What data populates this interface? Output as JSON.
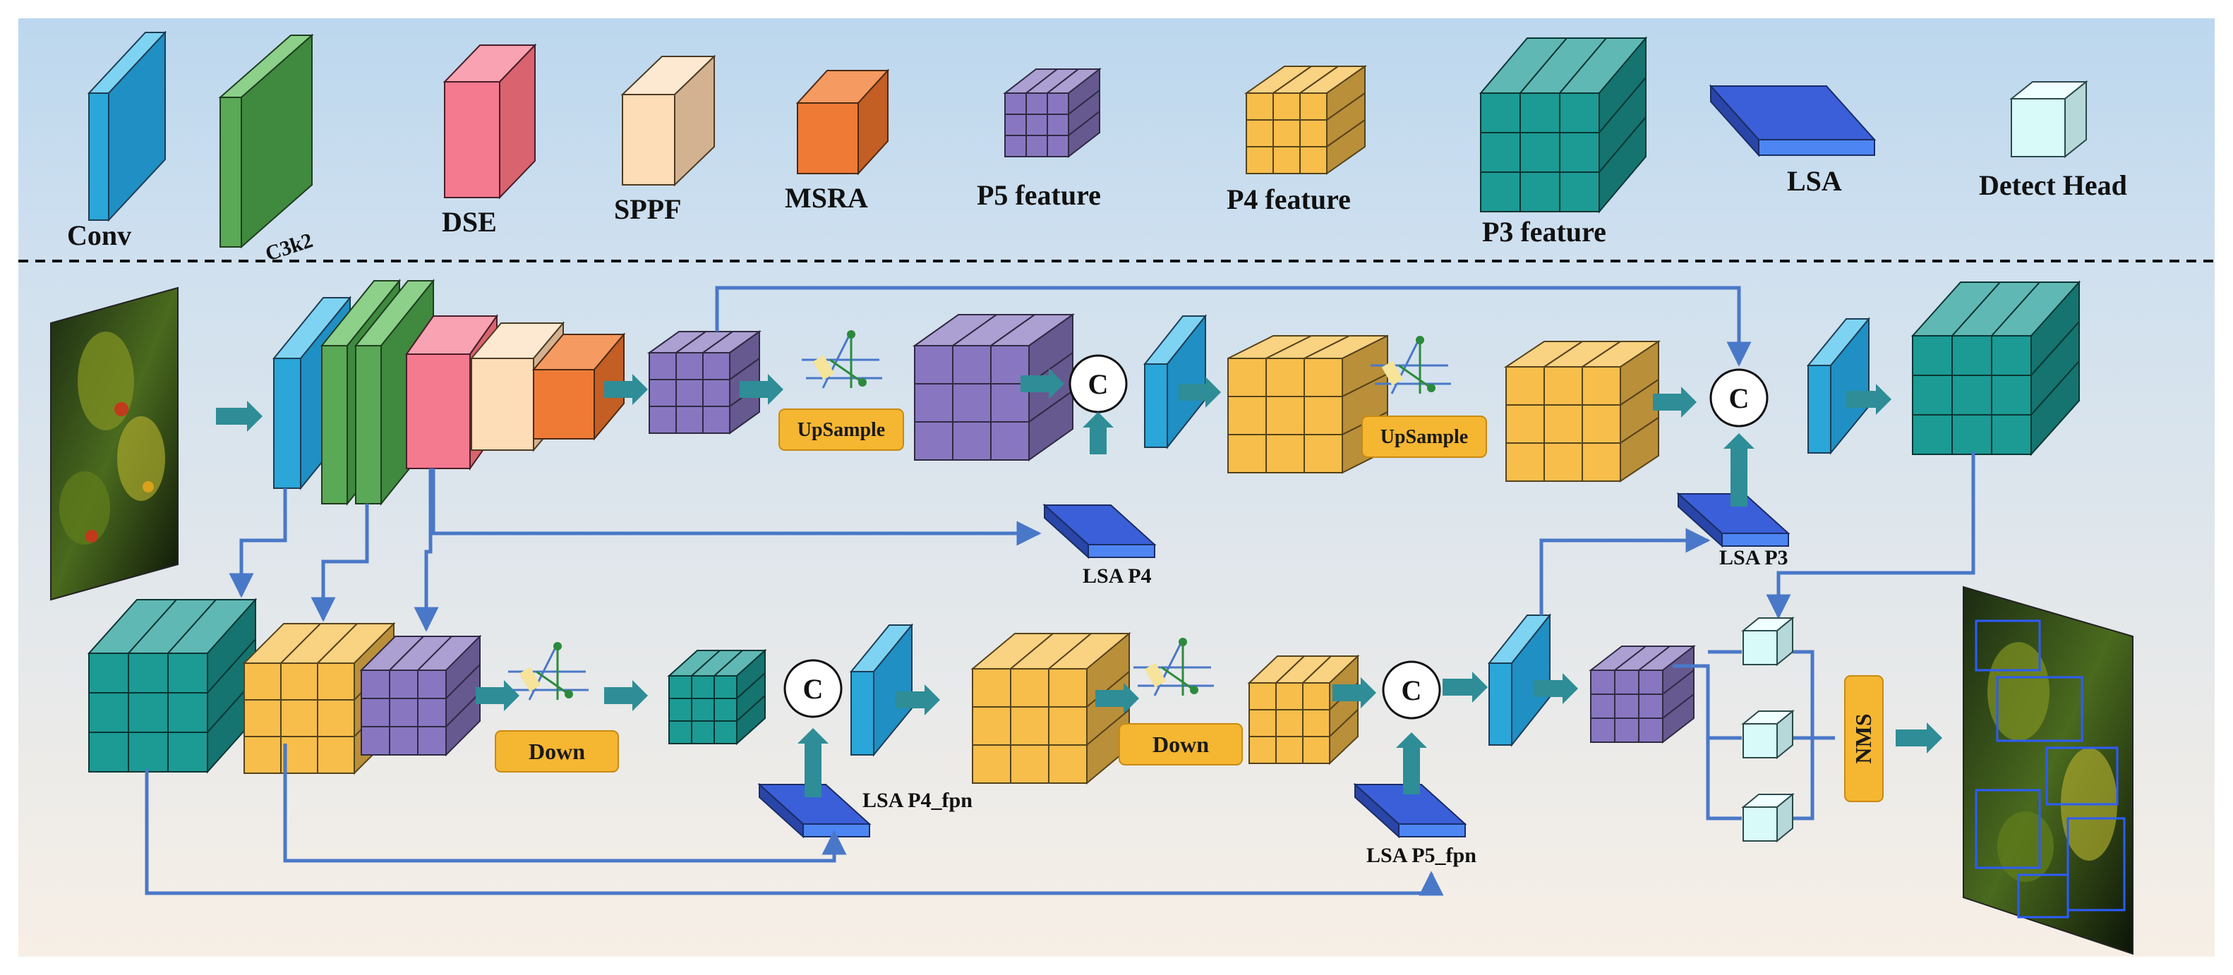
{
  "legend": {
    "conv": "Conv",
    "c3k2": "C3k2",
    "dse": "DSE",
    "sppf": "SPPF",
    "msra": "MSRA",
    "p5": "P5 feature",
    "p4": "P4 feature",
    "p3": "P3 feature",
    "lsa": "LSA",
    "detect": "Detect Head"
  },
  "ops": {
    "upsample": "UpSample",
    "down": "Down",
    "concat": "C",
    "nms": "NMS"
  },
  "lsa_labels": {
    "p4": "LSA P4",
    "p3": "LSA P3",
    "p4_fpn": "LSA P4_fpn",
    "p5_fpn": "LSA P5_fpn"
  },
  "colors": {
    "conv": "#2aa6d8",
    "c3k2": "#5aa957",
    "dse": "#f47a90",
    "sppf": "#fddcb8",
    "msra": "#ef7a36",
    "p5": "#8877c0",
    "p4": "#f7be4c",
    "p3": "#1c9a94",
    "lsa": "#3158d6",
    "detect": "#d8fbfa",
    "arrow": "#2e8d96",
    "line": "#4a78c8",
    "button": "#f5b632"
  }
}
